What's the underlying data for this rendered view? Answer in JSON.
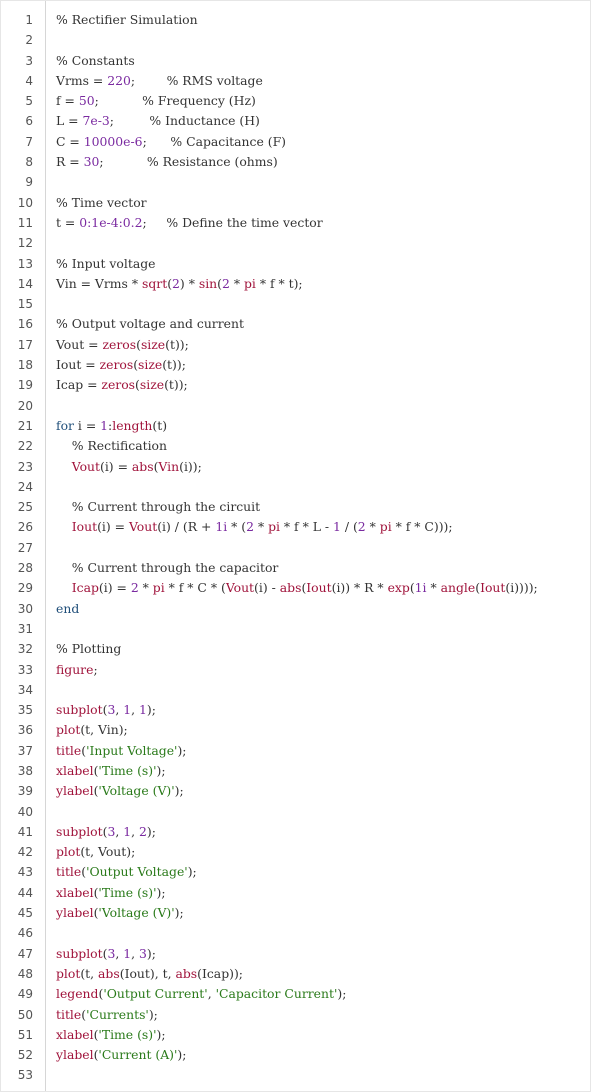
{
  "editor": {
    "language": "matlab",
    "lines": [
      [
        [
          "c",
          "% Rectifier Simulation"
        ]
      ],
      [],
      [
        [
          "c",
          "% Constants"
        ]
      ],
      [
        [
          "p",
          "Vrms = "
        ],
        [
          "n",
          "220"
        ],
        [
          "p",
          ";        % RMS voltage"
        ]
      ],
      [
        [
          "p",
          "f = "
        ],
        [
          "n",
          "50"
        ],
        [
          "p",
          ";           % Frequency (Hz)"
        ]
      ],
      [
        [
          "p",
          "L = "
        ],
        [
          "n",
          "7e-3"
        ],
        [
          "p",
          ";         % Inductance (H)"
        ]
      ],
      [
        [
          "p",
          "C = "
        ],
        [
          "n",
          "10000e-6"
        ],
        [
          "p",
          ";      % Capacitance (F)"
        ]
      ],
      [
        [
          "p",
          "R = "
        ],
        [
          "n",
          "30"
        ],
        [
          "p",
          ";           % Resistance (ohms)"
        ]
      ],
      [],
      [
        [
          "c",
          "% Time vector"
        ]
      ],
      [
        [
          "p",
          "t = "
        ],
        [
          "n",
          "0:1e-4:0.2"
        ],
        [
          "p",
          ";     % Define the time vector"
        ]
      ],
      [],
      [
        [
          "c",
          "% Input voltage"
        ]
      ],
      [
        [
          "p",
          "Vin = Vrms * "
        ],
        [
          "f",
          "sqrt"
        ],
        [
          "p",
          "("
        ],
        [
          "n",
          "2"
        ],
        [
          "p",
          ") * "
        ],
        [
          "f",
          "sin"
        ],
        [
          "p",
          "("
        ],
        [
          "n",
          "2"
        ],
        [
          "p",
          " * "
        ],
        [
          "f",
          "pi"
        ],
        [
          "p",
          " * f * t);"
        ]
      ],
      [],
      [
        [
          "c",
          "% Output voltage and current"
        ]
      ],
      [
        [
          "p",
          "Vout = "
        ],
        [
          "f",
          "zeros"
        ],
        [
          "p",
          "("
        ],
        [
          "f",
          "size"
        ],
        [
          "p",
          "(t));"
        ]
      ],
      [
        [
          "p",
          "Iout = "
        ],
        [
          "f",
          "zeros"
        ],
        [
          "p",
          "("
        ],
        [
          "f",
          "size"
        ],
        [
          "p",
          "(t));"
        ]
      ],
      [
        [
          "p",
          "Icap = "
        ],
        [
          "f",
          "zeros"
        ],
        [
          "p",
          "("
        ],
        [
          "f",
          "size"
        ],
        [
          "p",
          "(t));"
        ]
      ],
      [],
      [
        [
          "k",
          "for"
        ],
        [
          "p",
          " i = "
        ],
        [
          "n",
          "1"
        ],
        [
          "p",
          ":"
        ],
        [
          "f",
          "length"
        ],
        [
          "p",
          "(t)"
        ]
      ],
      [
        [
          "p",
          "    "
        ],
        [
          "c",
          "% Rectification"
        ]
      ],
      [
        [
          "p",
          "    "
        ],
        [
          "f",
          "Vout"
        ],
        [
          "p",
          "(i) = "
        ],
        [
          "f",
          "abs"
        ],
        [
          "p",
          "("
        ],
        [
          "f",
          "Vin"
        ],
        [
          "p",
          "(i));"
        ]
      ],
      [],
      [
        [
          "p",
          "    "
        ],
        [
          "c",
          "% Current through the circuit"
        ]
      ],
      [
        [
          "p",
          "    "
        ],
        [
          "f",
          "Iout"
        ],
        [
          "p",
          "(i) = "
        ],
        [
          "f",
          "Vout"
        ],
        [
          "p",
          "(i) / (R + "
        ],
        [
          "n",
          "1i"
        ],
        [
          "p",
          " * ("
        ],
        [
          "n",
          "2"
        ],
        [
          "p",
          " * "
        ],
        [
          "f",
          "pi"
        ],
        [
          "p",
          " * f * L - "
        ],
        [
          "n",
          "1"
        ],
        [
          "p",
          " / ("
        ],
        [
          "n",
          "2"
        ],
        [
          "p",
          " * "
        ],
        [
          "f",
          "pi"
        ],
        [
          "p",
          " * f * C)));"
        ]
      ],
      [],
      [
        [
          "p",
          "    "
        ],
        [
          "c",
          "% Current through the capacitor"
        ]
      ],
      [
        [
          "p",
          "    "
        ],
        [
          "f",
          "Icap"
        ],
        [
          "p",
          "(i) = "
        ],
        [
          "n",
          "2"
        ],
        [
          "p",
          " * "
        ],
        [
          "f",
          "pi"
        ],
        [
          "p",
          " * f * C * ("
        ],
        [
          "f",
          "Vout"
        ],
        [
          "p",
          "(i) - "
        ],
        [
          "f",
          "abs"
        ],
        [
          "p",
          "("
        ],
        [
          "f",
          "Iout"
        ],
        [
          "p",
          "(i)) * R * "
        ],
        [
          "f",
          "exp"
        ],
        [
          "p",
          "("
        ],
        [
          "n",
          "1i"
        ],
        [
          "p",
          " * "
        ],
        [
          "f",
          "angle"
        ],
        [
          "p",
          "("
        ],
        [
          "f",
          "Iout"
        ],
        [
          "p",
          "(i))));"
        ]
      ],
      [
        [
          "k",
          "end"
        ]
      ],
      [],
      [
        [
          "c",
          "% Plotting"
        ]
      ],
      [
        [
          "f",
          "figure"
        ],
        [
          "p",
          ";"
        ]
      ],
      [],
      [
        [
          "f",
          "subplot"
        ],
        [
          "p",
          "("
        ],
        [
          "n",
          "3"
        ],
        [
          "p",
          ", "
        ],
        [
          "n",
          "1"
        ],
        [
          "p",
          ", "
        ],
        [
          "n",
          "1"
        ],
        [
          "p",
          ");"
        ]
      ],
      [
        [
          "f",
          "plot"
        ],
        [
          "p",
          "(t, Vin);"
        ]
      ],
      [
        [
          "f",
          "title"
        ],
        [
          "p",
          "("
        ],
        [
          "s",
          "'Input Voltage'"
        ],
        [
          "p",
          ");"
        ]
      ],
      [
        [
          "f",
          "xlabel"
        ],
        [
          "p",
          "("
        ],
        [
          "s",
          "'Time (s)'"
        ],
        [
          "p",
          ");"
        ]
      ],
      [
        [
          "f",
          "ylabel"
        ],
        [
          "p",
          "("
        ],
        [
          "s",
          "'Voltage (V)'"
        ],
        [
          "p",
          ");"
        ]
      ],
      [],
      [
        [
          "f",
          "subplot"
        ],
        [
          "p",
          "("
        ],
        [
          "n",
          "3"
        ],
        [
          "p",
          ", "
        ],
        [
          "n",
          "1"
        ],
        [
          "p",
          ", "
        ],
        [
          "n",
          "2"
        ],
        [
          "p",
          ");"
        ]
      ],
      [
        [
          "f",
          "plot"
        ],
        [
          "p",
          "(t, Vout);"
        ]
      ],
      [
        [
          "f",
          "title"
        ],
        [
          "p",
          "("
        ],
        [
          "s",
          "'Output Voltage'"
        ],
        [
          "p",
          ");"
        ]
      ],
      [
        [
          "f",
          "xlabel"
        ],
        [
          "p",
          "("
        ],
        [
          "s",
          "'Time (s)'"
        ],
        [
          "p",
          ");"
        ]
      ],
      [
        [
          "f",
          "ylabel"
        ],
        [
          "p",
          "("
        ],
        [
          "s",
          "'Voltage (V)'"
        ],
        [
          "p",
          ");"
        ]
      ],
      [],
      [
        [
          "f",
          "subplot"
        ],
        [
          "p",
          "("
        ],
        [
          "n",
          "3"
        ],
        [
          "p",
          ", "
        ],
        [
          "n",
          "1"
        ],
        [
          "p",
          ", "
        ],
        [
          "n",
          "3"
        ],
        [
          "p",
          ");"
        ]
      ],
      [
        [
          "f",
          "plot"
        ],
        [
          "p",
          "(t, "
        ],
        [
          "f",
          "abs"
        ],
        [
          "p",
          "(Iout), t, "
        ],
        [
          "f",
          "abs"
        ],
        [
          "p",
          "(Icap));"
        ]
      ],
      [
        [
          "f",
          "legend"
        ],
        [
          "p",
          "("
        ],
        [
          "s",
          "'Output Current'"
        ],
        [
          "p",
          ", "
        ],
        [
          "s",
          "'Capacitor Current'"
        ],
        [
          "p",
          ");"
        ]
      ],
      [
        [
          "f",
          "title"
        ],
        [
          "p",
          "("
        ],
        [
          "s",
          "'Currents'"
        ],
        [
          "p",
          ");"
        ]
      ],
      [
        [
          "f",
          "xlabel"
        ],
        [
          "p",
          "("
        ],
        [
          "s",
          "'Time (s)'"
        ],
        [
          "p",
          ");"
        ]
      ],
      [
        [
          "f",
          "ylabel"
        ],
        [
          "p",
          "("
        ],
        [
          "s",
          "'Current (A)'"
        ],
        [
          "p",
          ");"
        ]
      ],
      []
    ],
    "colors": {
      "comment": "#333333",
      "keyword": "#1f4e79",
      "function": "#a0133b",
      "number": "#7a2aa0",
      "string": "#2a7a1a",
      "line_number": "#555555",
      "gutter_divider": "#d6d6d6"
    }
  }
}
